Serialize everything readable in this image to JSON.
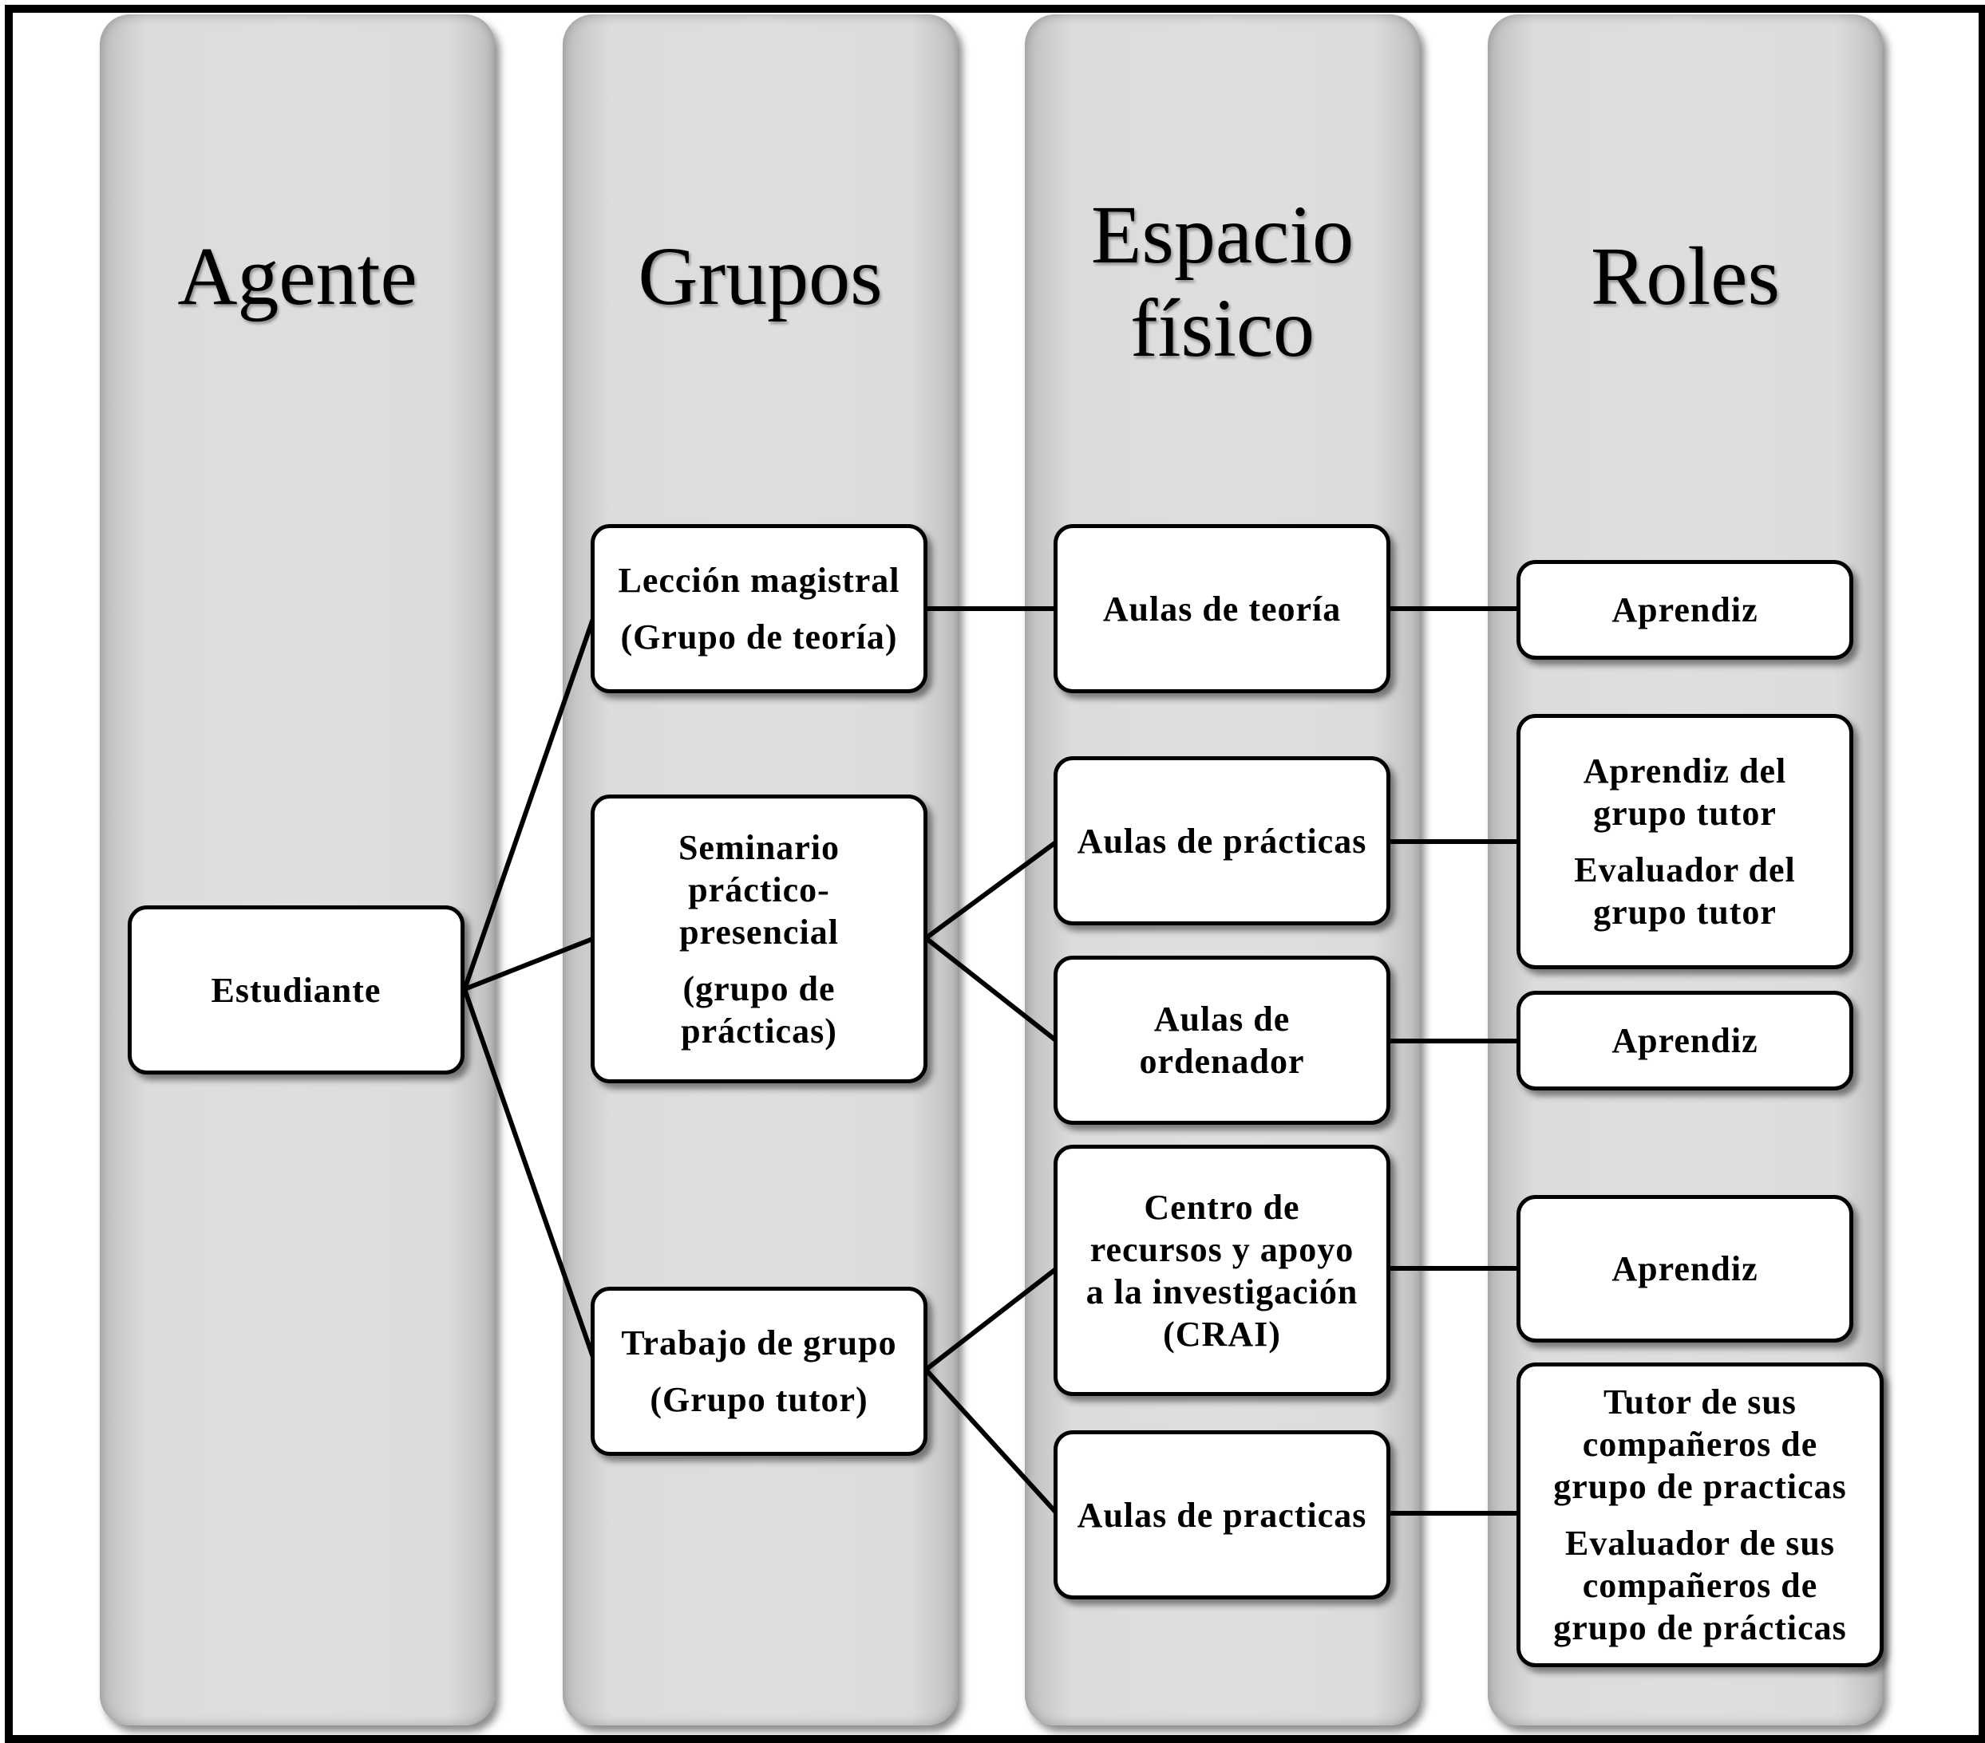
{
  "columns": {
    "agente": "Agente",
    "grupos": "Grupos",
    "espacio_line1": "Espacio",
    "espacio_line2": "físico",
    "roles": "Roles"
  },
  "nodes": {
    "estudiante": "Estudiante",
    "leccion_l1": "Lección magistral",
    "leccion_l2": "(Grupo de teoría)",
    "seminario_l1": "Seminario",
    "seminario_l2": "práctico-",
    "seminario_l3": "presencial",
    "seminario_l4": "(grupo de",
    "seminario_l5": "prácticas)",
    "trabajo_l1": "Trabajo de grupo",
    "trabajo_l2": "(Grupo tutor)",
    "aulas_teoria": "Aulas de teoría",
    "aulas_practicas": "Aulas de prácticas",
    "aulas_ordenador_l1": "Aulas de",
    "aulas_ordenador_l2": "ordenador",
    "crai_l1": "Centro de",
    "crai_l2": "recursos y apoyo",
    "crai_l3": "a la investigación",
    "crai_l4": "(CRAI)",
    "aulas_practicas2": "Aulas de practicas",
    "rol1": "Aprendiz",
    "rol2_l1": "Aprendiz del",
    "rol2_l2": "grupo tutor",
    "rol2_l3": "Evaluador del",
    "rol2_l4": "grupo tutor",
    "rol3": "Aprendiz",
    "rol4": "Aprendiz",
    "rol5_l1": "Tutor de sus",
    "rol5_l2": "compañeros de",
    "rol5_l3": "grupo de practicas",
    "rol5_l4": "Evaluador de sus",
    "rol5_l5": "compañeros de",
    "rol5_l6": "grupo de prácticas"
  }
}
